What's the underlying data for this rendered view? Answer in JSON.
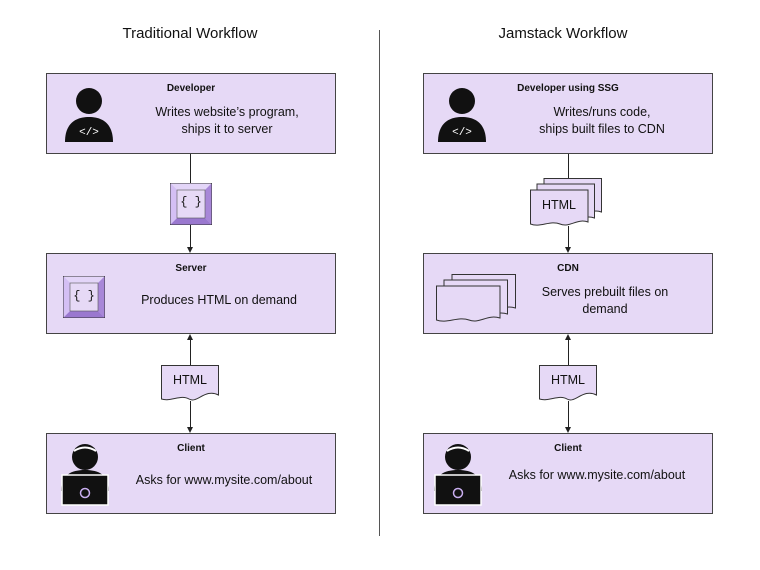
{
  "traditional": {
    "title": "Traditional Workflow",
    "developer": {
      "title": "Developer",
      "line1": "Writes website’s program,",
      "line2": "ships it to server"
    },
    "code_symbol": "{ }",
    "server": {
      "title": "Server",
      "text": "Produces HTML on demand",
      "code_symbol": "{ }"
    },
    "doc_label": "HTML",
    "client": {
      "title": "Client",
      "text": "Asks for www.mysite.com/about"
    }
  },
  "jamstack": {
    "title": "Jamstack Workflow",
    "developer": {
      "title": "Developer using SSG",
      "line1": "Writes/runs code,",
      "line2": "ships built files to CDN"
    },
    "files_label": "HTML",
    "cdn": {
      "title": "CDN",
      "line1": "Serves prebuilt files on",
      "line2": "demand"
    },
    "doc_label": "HTML",
    "client": {
      "title": "Client",
      "text": "Asks for www.mysite.com/about"
    }
  },
  "colors": {
    "box_fill": "#e6d9f6",
    "box_border": "#444444",
    "icon_fill": "#111111",
    "accent": "#b493e4"
  },
  "icons": {
    "developer": "developer-code-icon",
    "client": "user-laptop-icon",
    "code": "code-braces-icon",
    "files": "files-stack-icon"
  }
}
